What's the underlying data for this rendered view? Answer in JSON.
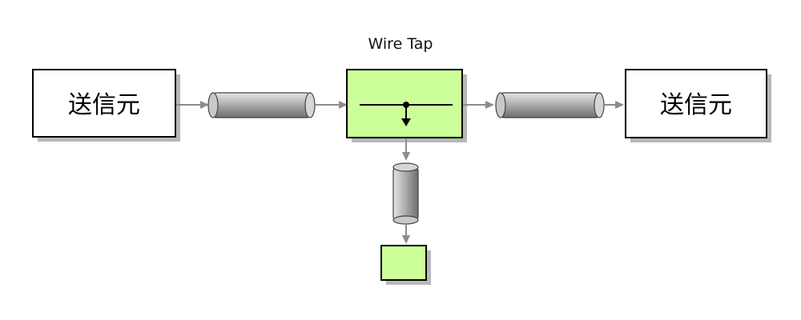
{
  "diagram": {
    "title": "Wire Tap",
    "sender_left": {
      "label": "送信元"
    },
    "sender_right": {
      "label": "送信元"
    }
  },
  "colors": {
    "tap_fill": "#ccff99",
    "pipe_fill": "#a9a9a9",
    "connector": "#8c8c8c",
    "box_border": "#000000",
    "shadow": "#b8b8b8"
  },
  "icons": {
    "pipe": "channel-cylinder-icon",
    "tap": "wire-tap-icon",
    "arrow": "arrow-right-icon"
  }
}
